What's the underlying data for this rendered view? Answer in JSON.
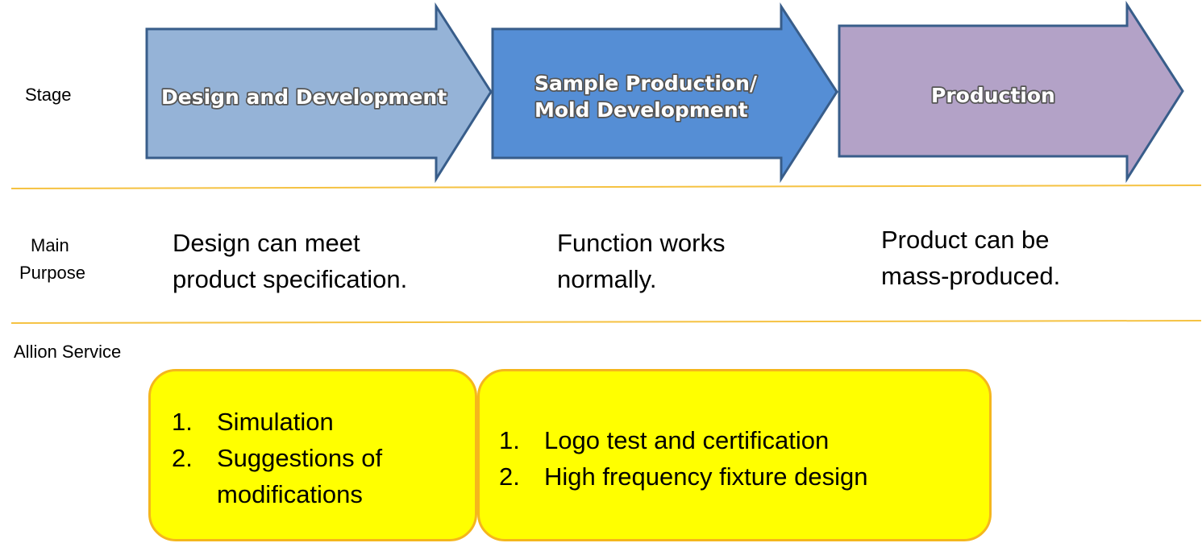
{
  "rows": {
    "stage_label": "Stage",
    "purpose_label_line1": "Main",
    "purpose_label_line2": "Purpose",
    "service_label": "Allion Service"
  },
  "stages": [
    {
      "label_line1": "Design and Development",
      "label_line2": "",
      "fill": "#95b3d7"
    },
    {
      "label_line1": "Sample Production/",
      "label_line2": "Mold Development",
      "fill": "#558ed5"
    },
    {
      "label_line1": "Production",
      "label_line2": "",
      "fill": "#b3a2c7"
    }
  ],
  "purposes": [
    {
      "line1": "Design can meet",
      "line2": "product specification."
    },
    {
      "line1": "Function works",
      "line2": "normally."
    },
    {
      "line1": "Product can be",
      "line2": "mass-produced."
    }
  ],
  "services": [
    {
      "items": [
        {
          "num": "1.",
          "text_line1": "Simulation",
          "text_line2": ""
        },
        {
          "num": "2.",
          "text_line1": "Suggestions of",
          "text_line2": "modifications"
        }
      ]
    },
    {
      "items": [
        {
          "num": "1.",
          "text_line1": "Logo test and certification",
          "text_line2": ""
        },
        {
          "num": "2.",
          "text_line1": "High frequency fixture design",
          "text_line2": ""
        }
      ]
    }
  ],
  "colors": {
    "arrow_border": "#385d8a",
    "divider": "#f5c242",
    "service_fill": "#ffff00",
    "service_border": "#f5b61c"
  }
}
